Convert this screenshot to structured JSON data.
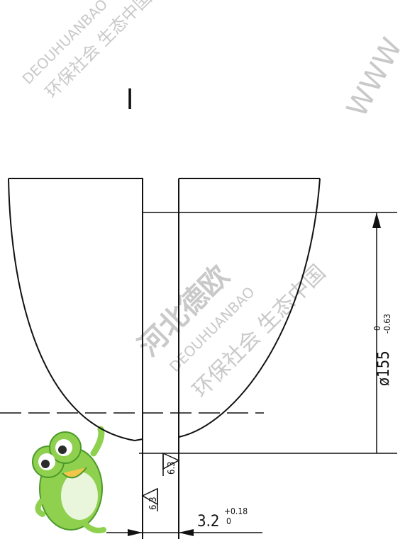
{
  "drawing": {
    "section_label": "I",
    "diameter_dimension": {
      "nominal": "ø155",
      "upper_tolerance": "0",
      "lower_tolerance": "-0.63"
    },
    "width_dimension": {
      "nominal": "3.2",
      "upper_tolerance": "+0.18",
      "lower_tolerance": "0"
    },
    "surface_roughness": [
      "6.3",
      "6.3"
    ]
  },
  "watermarks": {
    "company_cn": "河北德欧",
    "brand_latin": "DEOUHUANBAO",
    "slogan_cn": "环保社会 生态中国",
    "website": "WWW",
    "mascot": "frog-mascot"
  },
  "colors": {
    "line": "#111111",
    "watermark": "#c9c9c9",
    "frog_green": "#8fd14f",
    "frog_dark": "#4c9a2a"
  }
}
